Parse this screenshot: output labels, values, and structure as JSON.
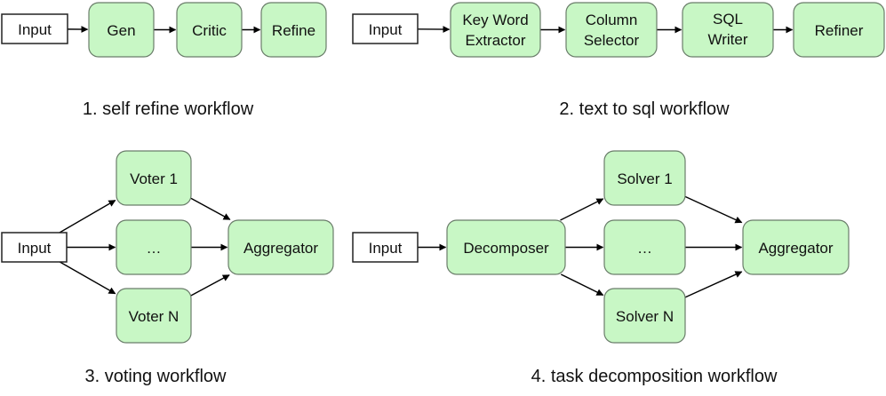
{
  "colors": {
    "process_fill": "#c8f7c5",
    "process_stroke": "#6a7d6a",
    "input_fill": "#ffffff",
    "input_stroke": "#222222",
    "arrow": "#000000",
    "text": "#111111"
  },
  "workflows": [
    {
      "id": "self-refine",
      "caption": "1. self refine workflow",
      "nodes": [
        {
          "id": "input",
          "kind": "input",
          "lines": [
            "Input"
          ]
        },
        {
          "id": "gen",
          "kind": "process",
          "lines": [
            "Gen"
          ]
        },
        {
          "id": "critic",
          "kind": "process",
          "lines": [
            "Critic"
          ]
        },
        {
          "id": "refine",
          "kind": "process",
          "lines": [
            "Refine"
          ]
        }
      ],
      "edges": [
        [
          "input",
          "gen"
        ],
        [
          "gen",
          "critic"
        ],
        [
          "critic",
          "refine"
        ]
      ]
    },
    {
      "id": "text-to-sql",
      "caption": "2. text to sql workflow",
      "nodes": [
        {
          "id": "input",
          "kind": "input",
          "lines": [
            "Input"
          ]
        },
        {
          "id": "keyword",
          "kind": "process",
          "lines": [
            "Key Word",
            "Extractor"
          ]
        },
        {
          "id": "column",
          "kind": "process",
          "lines": [
            "Column",
            "Selector"
          ]
        },
        {
          "id": "sqlwriter",
          "kind": "process",
          "lines": [
            "SQL",
            "Writer"
          ]
        },
        {
          "id": "refiner",
          "kind": "process",
          "lines": [
            "Refiner"
          ]
        }
      ],
      "edges": [
        [
          "input",
          "keyword"
        ],
        [
          "keyword",
          "column"
        ],
        [
          "column",
          "sqlwriter"
        ],
        [
          "sqlwriter",
          "refiner"
        ]
      ]
    },
    {
      "id": "voting",
      "caption": "3. voting workflow",
      "nodes": [
        {
          "id": "input",
          "kind": "input",
          "lines": [
            "Input"
          ]
        },
        {
          "id": "voter1",
          "kind": "process",
          "lines": [
            "Voter 1"
          ]
        },
        {
          "id": "ellipsis",
          "kind": "process",
          "lines": [
            "…"
          ]
        },
        {
          "id": "votern",
          "kind": "process",
          "lines": [
            "Voter N"
          ]
        },
        {
          "id": "aggregator",
          "kind": "process",
          "lines": [
            "Aggregator"
          ]
        }
      ],
      "edges": [
        [
          "input",
          "voter1"
        ],
        [
          "input",
          "ellipsis"
        ],
        [
          "input",
          "votern"
        ],
        [
          "voter1",
          "aggregator"
        ],
        [
          "ellipsis",
          "aggregator"
        ],
        [
          "votern",
          "aggregator"
        ]
      ]
    },
    {
      "id": "task-decomposition",
      "caption": "4. task decomposition workflow",
      "nodes": [
        {
          "id": "input",
          "kind": "input",
          "lines": [
            "Input"
          ]
        },
        {
          "id": "decomposer",
          "kind": "process",
          "lines": [
            "Decomposer"
          ]
        },
        {
          "id": "solver1",
          "kind": "process",
          "lines": [
            "Solver 1"
          ]
        },
        {
          "id": "ellipsis",
          "kind": "process",
          "lines": [
            "…"
          ]
        },
        {
          "id": "solvern",
          "kind": "process",
          "lines": [
            "Solver N"
          ]
        },
        {
          "id": "aggregator",
          "kind": "process",
          "lines": [
            "Aggregator"
          ]
        }
      ],
      "edges": [
        [
          "input",
          "decomposer"
        ],
        [
          "decomposer",
          "solver1"
        ],
        [
          "decomposer",
          "ellipsis"
        ],
        [
          "decomposer",
          "solvern"
        ],
        [
          "solver1",
          "aggregator"
        ],
        [
          "ellipsis",
          "aggregator"
        ],
        [
          "solvern",
          "aggregator"
        ]
      ]
    }
  ]
}
